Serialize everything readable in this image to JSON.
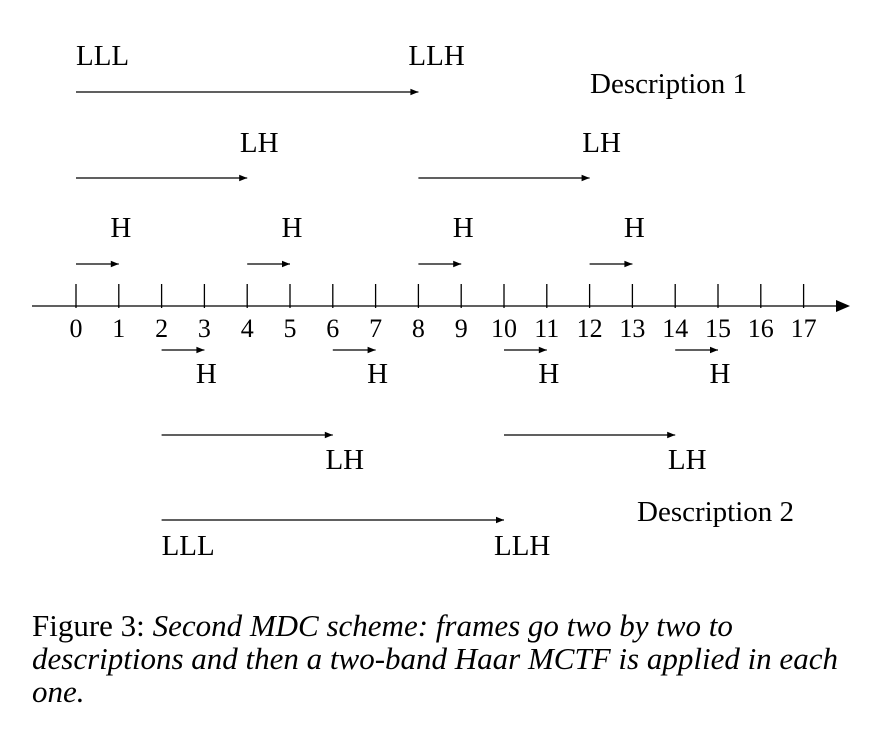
{
  "descriptions": {
    "d1": "Description 1",
    "d2": "Description 2"
  },
  "ticks": [
    "0",
    "1",
    "2",
    "3",
    "4",
    "5",
    "6",
    "7",
    "8",
    "9",
    "10",
    "11",
    "12",
    "13",
    "14",
    "15",
    "16",
    "17"
  ],
  "arrows": [
    {
      "level": "LLL",
      "row": "top1",
      "from": 0,
      "to": 8,
      "start_label": "LLL",
      "end_label": "LLH"
    },
    {
      "level": "LH",
      "row": "top2",
      "from": 0,
      "to": 4,
      "end_label": "LH"
    },
    {
      "level": "LH",
      "row": "top2",
      "from": 8,
      "to": 12,
      "end_label": "LH"
    },
    {
      "level": "H",
      "row": "top3",
      "from": 0,
      "to": 1,
      "end_label": "H"
    },
    {
      "level": "H",
      "row": "top3",
      "from": 4,
      "to": 5,
      "end_label": "H"
    },
    {
      "level": "H",
      "row": "top3",
      "from": 8,
      "to": 9,
      "end_label": "H"
    },
    {
      "level": "H",
      "row": "top3",
      "from": 12,
      "to": 13,
      "end_label": "H"
    },
    {
      "level": "H",
      "row": "bot1",
      "from": 2,
      "to": 3,
      "end_label": "H"
    },
    {
      "level": "H",
      "row": "bot1",
      "from": 6,
      "to": 7,
      "end_label": "H"
    },
    {
      "level": "H",
      "row": "bot1",
      "from": 10,
      "to": 11,
      "end_label": "H"
    },
    {
      "level": "H",
      "row": "bot1",
      "from": 14,
      "to": 15,
      "end_label": "H"
    },
    {
      "level": "LH",
      "row": "bot2",
      "from": 2,
      "to": 6,
      "end_label": "LH"
    },
    {
      "level": "LH",
      "row": "bot2",
      "from": 10,
      "to": 14,
      "end_label": "LH"
    },
    {
      "level": "LLL",
      "row": "bot3",
      "from": 2,
      "to": 10,
      "start_label": "LLL",
      "end_label": "LLH"
    }
  ],
  "caption": {
    "prefix": "Figure 3:",
    "text": "Second MDC scheme: frames go two by two to descriptions and then a two-band Haar MCTF is applied in each one."
  }
}
